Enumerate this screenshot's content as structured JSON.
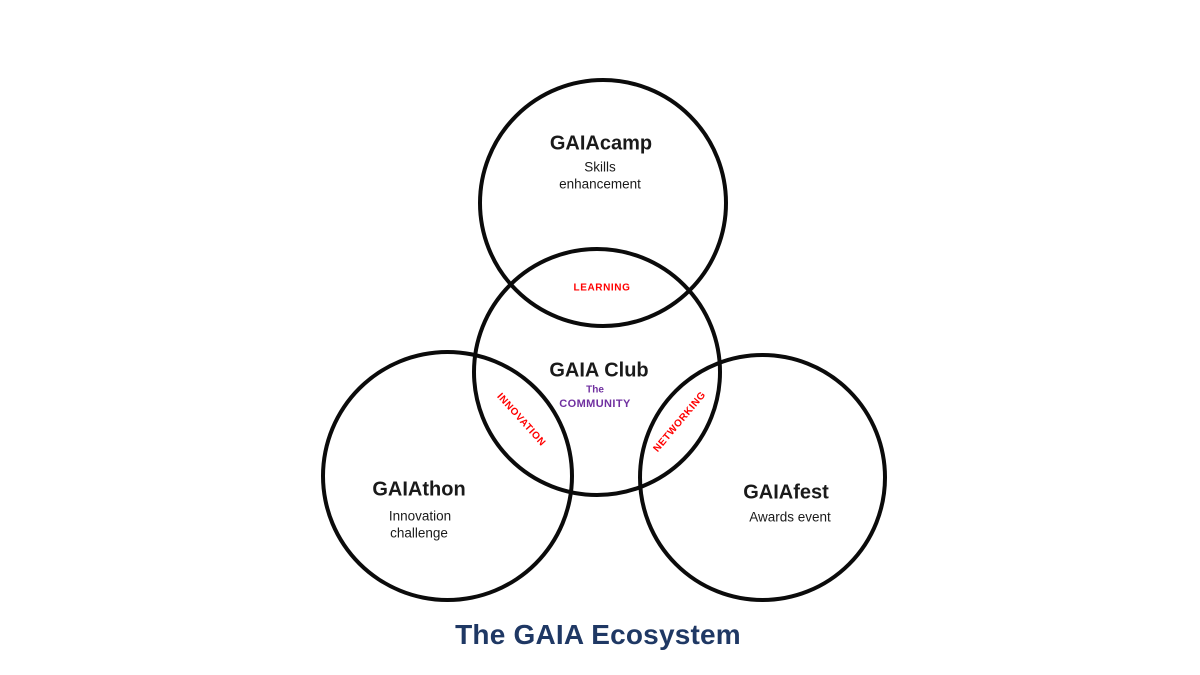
{
  "diagram": {
    "title": "The GAIA Ecosystem",
    "nodes": {
      "camp": {
        "name": "GAIAcamp",
        "subtitle_lines": [
          "Skills",
          "enhancement"
        ]
      },
      "club": {
        "name": "GAIA Club",
        "subtitle_lines": [
          "The",
          "COMMUNITY"
        ]
      },
      "thon": {
        "name": "GAIAthon",
        "subtitle_lines": [
          "Innovation",
          "challenge"
        ]
      },
      "fest": {
        "name": "GAIAfest",
        "subtitle_lines": [
          "Awards event"
        ]
      }
    },
    "overlaps": {
      "learning": "LEARNING",
      "innovation": "INNOVATION",
      "networking": "NETWORKING"
    },
    "colors": {
      "outline": "#0b0b0b",
      "overlap_label": "#ff0000",
      "community_label": "#7030a0",
      "title": "#1f3864"
    }
  }
}
